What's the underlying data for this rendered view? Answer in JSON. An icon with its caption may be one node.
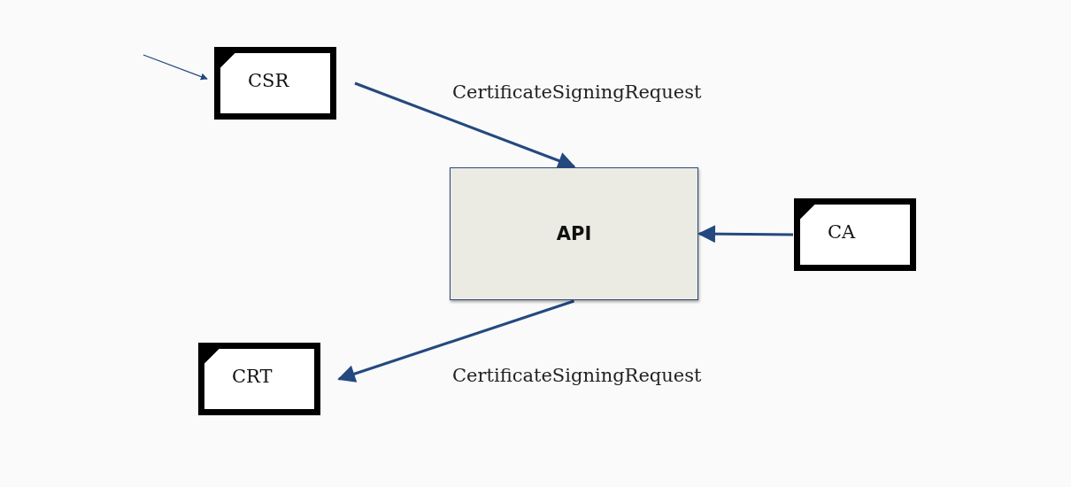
{
  "diagram": {
    "nodes": [
      {
        "text": [
          "CSR"
        ]
      },
      {
        "text": [
          "API"
        ]
      },
      {
        "text": [
          "CA"
        ]
      },
      {
        "text": [
          "CRT"
        ]
      }
    ],
    "edges": [
      {
        "from": null,
        "to": 0,
        "arrow": "to"
      },
      {
        "from": 0,
        "to": 1,
        "arrow": "to",
        "label": "CertificateSigningRequest"
      },
      {
        "from": 2,
        "to": 1,
        "arrow": "to"
      },
      {
        "from": 1,
        "to": 3,
        "arrow": "to",
        "label": "CertificateSigningRequest"
      }
    ]
  }
}
